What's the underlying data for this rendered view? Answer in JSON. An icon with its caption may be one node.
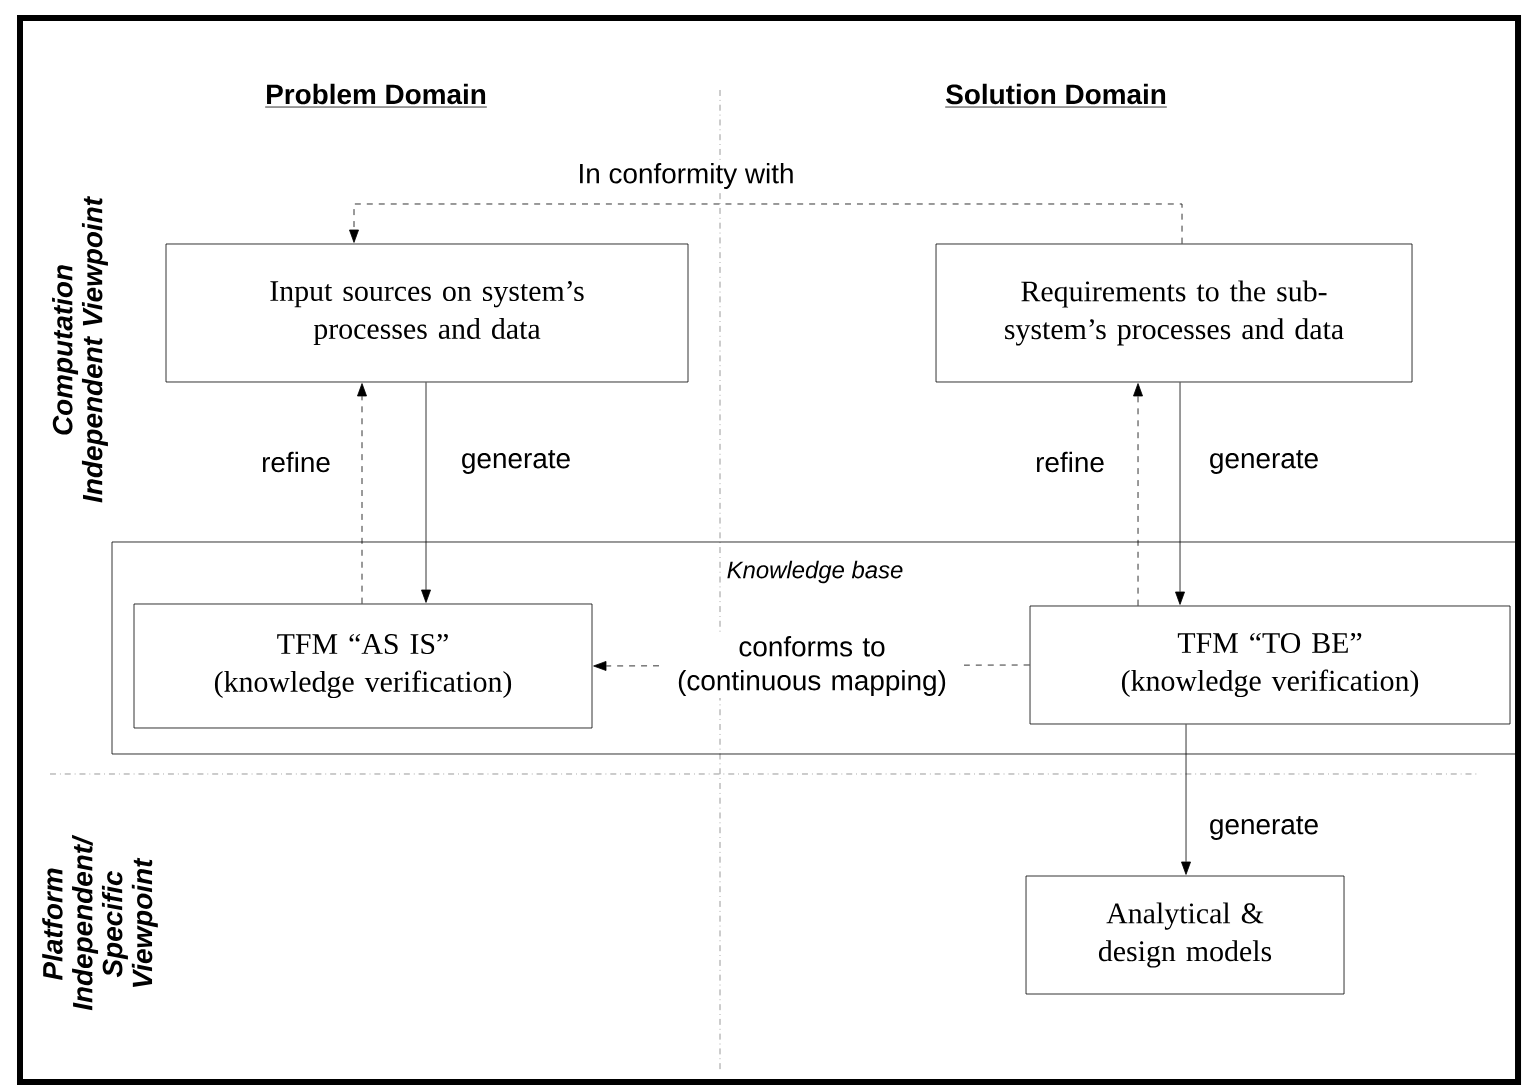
{
  "diagram": {
    "nodes": [
      {
        "text": [
          "Input sources on system’s processes and data"
        ]
      },
      {
        "text": [
          "Requirements to the sub-system’s processes and data"
        ]
      },
      {
        "text": [
          "Knowledge base"
        ]
      },
      {
        "text": [
          "TFM “AS IS” (knowledge verification)"
        ],
        "in": 2
      },
      {
        "text": [
          "TFM “TO BE” (knowledge verification)"
        ],
        "in": 2
      },
      {
        "text": [
          "Analytical & design models"
        ]
      }
    ],
    "edges": [
      {
        "from": 1,
        "to": 0,
        "arrow": "to",
        "style": "dashed",
        "label": "In conformity with"
      },
      {
        "from": 3,
        "to": 0,
        "arrow": "to",
        "style": "dashed",
        "label": "refine"
      },
      {
        "from": 0,
        "to": 3,
        "arrow": "to",
        "label": "generate"
      },
      {
        "from": 4,
        "to": 1,
        "arrow": "to",
        "style": "dashed",
        "label": "refine"
      },
      {
        "from": 1,
        "to": 4,
        "arrow": "to",
        "label": "generate"
      },
      {
        "from": 4,
        "to": 3,
        "arrow": "to",
        "style": "dashed",
        "label": "conforms to (continuous mapping)"
      },
      {
        "from": 4,
        "to": 5,
        "arrow": "to",
        "label": "generate"
      }
    ],
    "labels": [
      "Problem Domain",
      "Solution Domain",
      "Computation Independent Viewpoint",
      "Platform Independent/ Specific Viewpoint"
    ]
  }
}
